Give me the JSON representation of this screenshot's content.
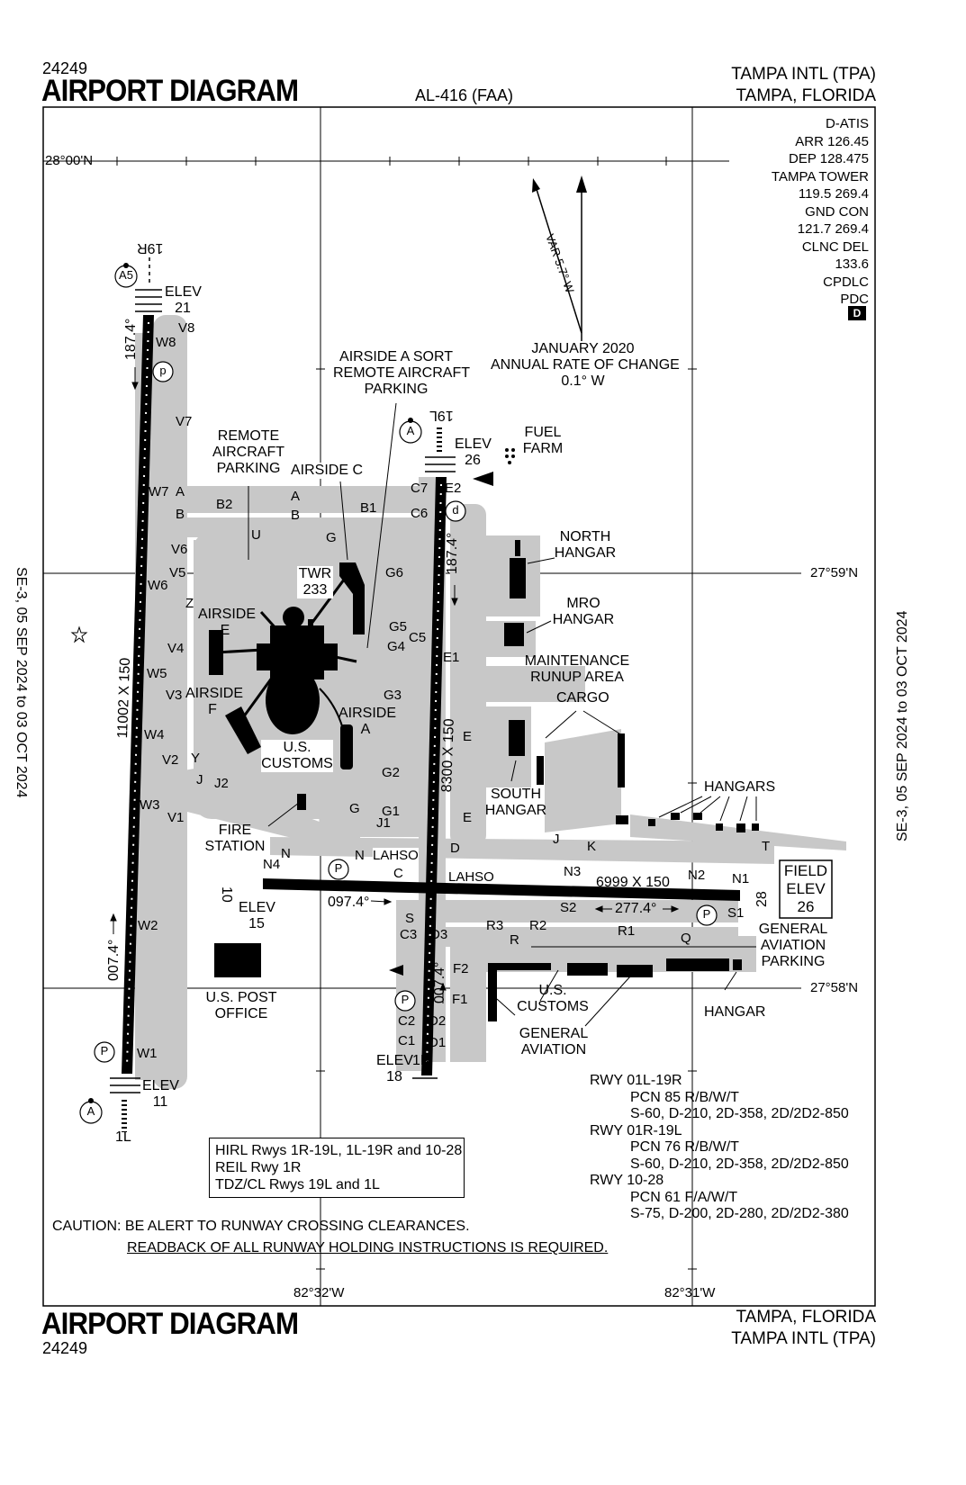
{
  "header": {
    "proc_number_top": "24249",
    "title_top": "AIRPORT DIAGRAM",
    "al_number": "AL-416 (FAA)",
    "airport_name_top": "TAMPA INTL (TPA)",
    "city_top": "TAMPA, FLORIDA"
  },
  "footer": {
    "title_bottom": "AIRPORT DIAGRAM",
    "proc_number_bottom": "24249",
    "city_bottom": "TAMPA, FLORIDA",
    "airport_name_bottom": "TAMPA INTL (TPA)"
  },
  "side": {
    "left_dates": "SE-3,  05 SEP 2024  to  03 OCT 2024",
    "right_dates": "SE-3,  05 SEP 2024  to  03 OCT 2024"
  },
  "coords": {
    "lat_top": "28°00'N",
    "lat_mid": "27°59'N",
    "lat_bottom": "27°58'N",
    "lon_left": "82°32'W",
    "lon_right": "82°31'W"
  },
  "comms": [
    "D-ATIS",
    "ARR 126.45",
    "DEP 128.475",
    "TAMPA TOWER",
    "119.5  269.4",
    "GND CON",
    "121.7  269.4",
    "CLNC DEL",
    "133.6",
    "CPDLC",
    "PDC"
  ],
  "comms_badge": "D",
  "magvar": {
    "var_label": "VAR 5.7° W",
    "line1": "JANUARY 2020",
    "line2": "ANNUAL RATE OF CHANGE",
    "line3": "0.1° W"
  },
  "runways": {
    "rwy_19r": "19R",
    "rwy_1l": "1L",
    "rwy_19l": "19L",
    "rwy_1r": "1R",
    "rwy_10": "10",
    "rwy_28": "28",
    "dim_1l19r": "11002 X 150",
    "dim_1r19l": "8300 X 150",
    "dim_1028": "6999 X 150",
    "hdg_1874a": "187.4°",
    "hdg_0074a": "007.4°",
    "hdg_1874b": "187.4°",
    "hdg_0074b": "007.4°",
    "hdg_0974": "097.4°",
    "hdg_2774": "277.4°"
  },
  "elevations": {
    "elev_21_a": "ELEV",
    "elev_21_b": "21",
    "elev_26_a": "ELEV",
    "elev_26_b": "26",
    "elev_15_a": "ELEV",
    "elev_15_b": "15",
    "elev_18_a": "ELEV",
    "elev_18_b": "18",
    "elev_11_a": "ELEV",
    "elev_11_b": "11",
    "field_elev_1": "FIELD",
    "field_elev_2": "ELEV",
    "field_elev_3": "26"
  },
  "facilities": {
    "airside_a_sort_1": "AIRSIDE A SORT",
    "airside_a_sort_2": "REMOTE AIRCRAFT",
    "airside_a_sort_3": "PARKING",
    "remote_1": "REMOTE",
    "remote_2": "AIRCRAFT",
    "remote_3": "PARKING",
    "airside_c": "AIRSIDE C",
    "airside_e_1": "AIRSIDE",
    "airside_e_2": "E",
    "airside_f_1": "AIRSIDE",
    "airside_f_2": "F",
    "airside_a_1": "AIRSIDE",
    "airside_a_2": "A",
    "twr_1": "TWR",
    "twr_2": "233",
    "fuel_1": "FUEL",
    "fuel_2": "FARM",
    "north_1": "NORTH",
    "north_2": "HANGAR",
    "mro_1": "MRO",
    "mro_2": "HANGAR",
    "maint_1": "MAINTENANCE",
    "maint_2": "RUNUP AREA",
    "cargo": "CARGO",
    "customs_w_1": "U.S.",
    "customs_w_2": "CUSTOMS",
    "south_1": "SOUTH",
    "south_2": "HANGAR",
    "hangars": "HANGARS",
    "fire_1": "FIRE",
    "fire_2": "STATION",
    "lahso_1": "LAHSO",
    "lahso_2": "LAHSO",
    "post_1": "U.S. POST",
    "post_2": "OFFICE",
    "customs_e_1": "U.S.",
    "customs_e_2": "CUSTOMS",
    "ga_1": "GENERAL",
    "ga_2": "AVIATION",
    "gap_1": "GENERAL",
    "gap_2": "AVIATION",
    "gap_3": "PARKING",
    "hangar_se": "HANGAR"
  },
  "taxiways": [
    {
      "t": "V8"
    },
    {
      "t": "W8"
    },
    {
      "t": "V7"
    },
    {
      "t": "W7"
    },
    {
      "t": "A"
    },
    {
      "t": "B"
    },
    {
      "t": "B2"
    },
    {
      "t": "A"
    },
    {
      "t": "B"
    },
    {
      "t": "B1"
    },
    {
      "t": "V6"
    },
    {
      "t": "V5"
    },
    {
      "t": "W6"
    },
    {
      "t": "U"
    },
    {
      "t": "Z"
    },
    {
      "t": "G"
    },
    {
      "t": "G6"
    },
    {
      "t": "C7"
    },
    {
      "t": "C6"
    },
    {
      "t": "E2"
    },
    {
      "t": "V4"
    },
    {
      "t": "W5"
    },
    {
      "t": "V3"
    },
    {
      "t": "W4"
    },
    {
      "t": "V2"
    },
    {
      "t": "W3"
    },
    {
      "t": "V1"
    },
    {
      "t": "Y"
    },
    {
      "t": "J"
    },
    {
      "t": "J2"
    },
    {
      "t": "G5"
    },
    {
      "t": "G4"
    },
    {
      "t": "C5"
    },
    {
      "t": "E1"
    },
    {
      "t": "G3"
    },
    {
      "t": "G2"
    },
    {
      "t": "G1"
    },
    {
      "t": "J1"
    },
    {
      "t": "E"
    },
    {
      "t": "E"
    },
    {
      "t": "N4"
    },
    {
      "t": "N"
    },
    {
      "t": "N"
    },
    {
      "t": "N3"
    },
    {
      "t": "N2"
    },
    {
      "t": "N1"
    },
    {
      "t": "S1"
    },
    {
      "t": "S"
    },
    {
      "t": "S2"
    },
    {
      "t": "R3"
    },
    {
      "t": "R2"
    },
    {
      "t": "R1"
    },
    {
      "t": "R"
    },
    {
      "t": "Q"
    },
    {
      "t": "C3"
    },
    {
      "t": "D3"
    },
    {
      "t": "F2"
    },
    {
      "t": "F1"
    },
    {
      "t": "C2"
    },
    {
      "t": "D2"
    },
    {
      "t": "C1"
    },
    {
      "t": "D1"
    },
    {
      "t": "W2"
    },
    {
      "t": "W1"
    },
    {
      "t": "J"
    },
    {
      "t": "K"
    },
    {
      "t": "T"
    },
    {
      "t": "C"
    },
    {
      "t": "D"
    },
    {
      "t": "G"
    }
  ],
  "lighting": {
    "line1": "HIRL Rwys 1R-19L, 1L-19R and 10-28",
    "line2": "REIL Rwy 1R",
    "line3": "TDZ/CL Rwys 19L and 1L"
  },
  "pavement": {
    "r1_title": "RWY 01L-19R",
    "r1_pcn": "PCN 85 R/B/W/T",
    "r1_loads": "S-60, D-210, 2D-358, 2D/2D2-850",
    "r2_title": "RWY 01R-19L",
    "r2_pcn": "PCN 76 R/B/W/T",
    "r2_loads": "S-60, D-210, 2D-358, 2D/2D2-850",
    "r3_title": "RWY 10-28",
    "r3_pcn": "PCN 61 F/A/W/T",
    "r3_loads": "S-75, D-200, 2D-280, 2D/2D2-380"
  },
  "caution": {
    "line1": "CAUTION: BE ALERT TO RUNWAY CROSSING CLEARANCES.",
    "line2": "READBACK OF ALL RUNWAY HOLDING INSTRUCTIONS IS REQUIRED."
  },
  "symbols": {
    "hotspot_a": "A",
    "hotspot_a5": "A5",
    "parking_p": "P",
    "deice_d": "d",
    "hot_p": "p"
  }
}
